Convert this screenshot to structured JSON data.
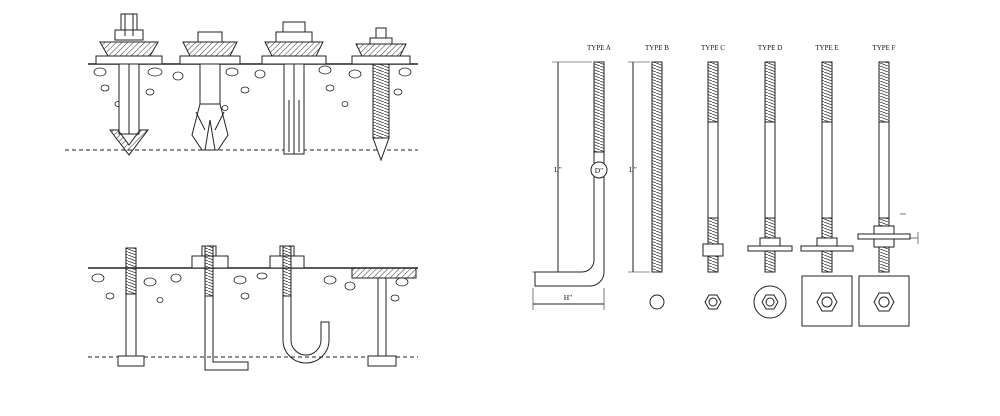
{
  "types": [
    {
      "id": "a",
      "label": "TYPE A"
    },
    {
      "id": "b",
      "label": "TYPE B"
    },
    {
      "id": "c",
      "label": "TYPE C"
    },
    {
      "id": "d",
      "label": "TYPE D"
    },
    {
      "id": "e",
      "label": "TYPE E"
    },
    {
      "id": "f",
      "label": "TYPE F"
    }
  ],
  "dimensions": {
    "length": "L\"",
    "diameter": "D\"",
    "hook": "H\""
  }
}
